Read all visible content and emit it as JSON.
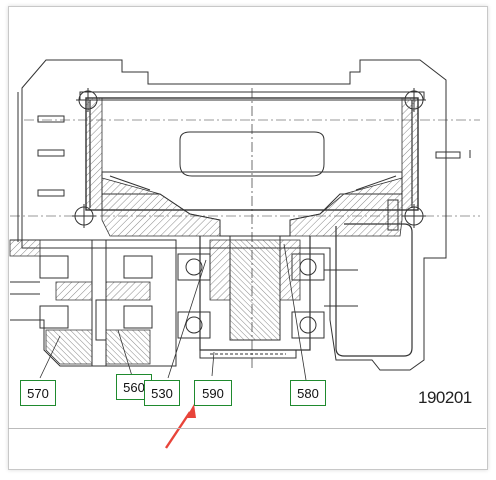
{
  "callouts": {
    "c570": "570",
    "c560": "560",
    "c530": "530",
    "c590": "590",
    "c580": "580"
  },
  "drawing_number": "190201",
  "colors": {
    "line": "#333333",
    "callout_border": "#1f8a2e",
    "arrow": "#e8443a"
  }
}
